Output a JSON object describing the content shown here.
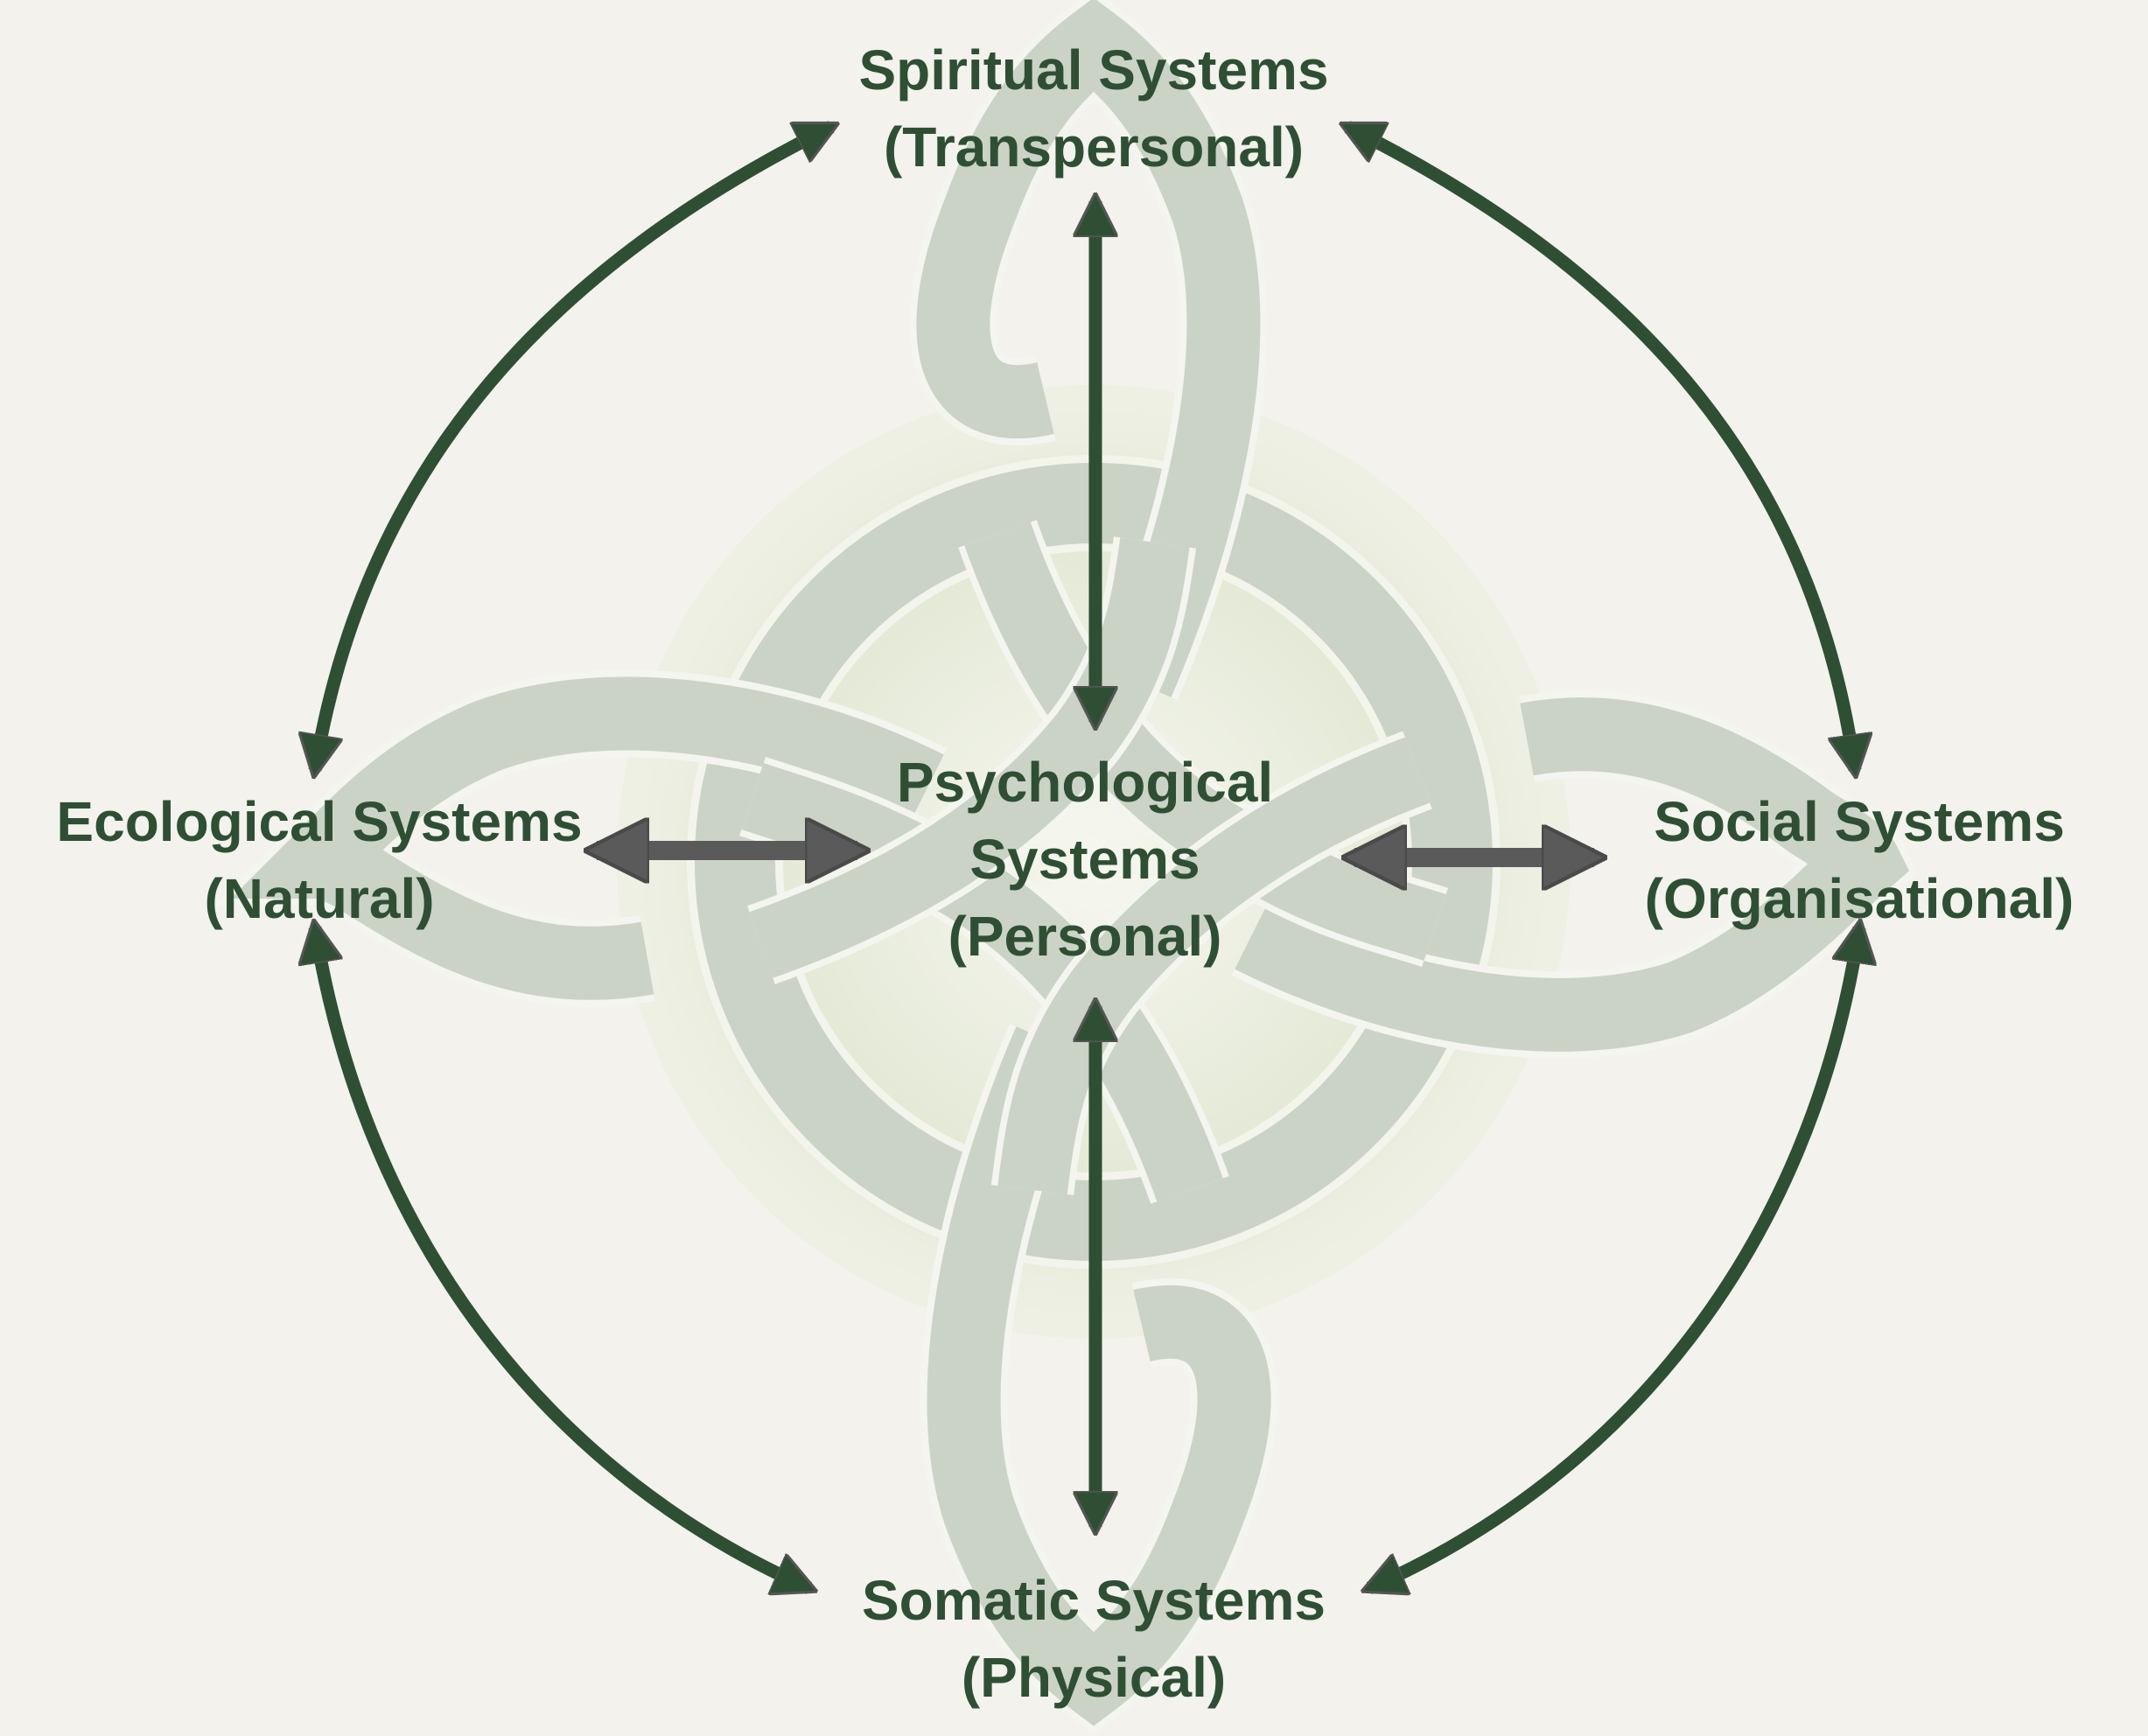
{
  "nodes": {
    "spiritual": {
      "title": "Spiritual Systems",
      "subtitle": "(Transpersonal)"
    },
    "ecological": {
      "title": "Ecological Systems",
      "subtitle": "(Natural)"
    },
    "psychological": {
      "title": "Psychological",
      "line2": "Systems",
      "subtitle": "(Personal)"
    },
    "social": {
      "title": "Social Systems",
      "subtitle": "(Organisational)"
    },
    "somatic": {
      "title": "Somatic Systems",
      "subtitle": "(Physical)"
    }
  },
  "colors": {
    "background": "#f3f2ed",
    "label_text": "#2f4f34",
    "arrow_dark_green": "#2f4f34",
    "arrow_gray": "#555555",
    "knot_fill": "#cbd3c6",
    "center_glow": "#e3e8d3"
  }
}
